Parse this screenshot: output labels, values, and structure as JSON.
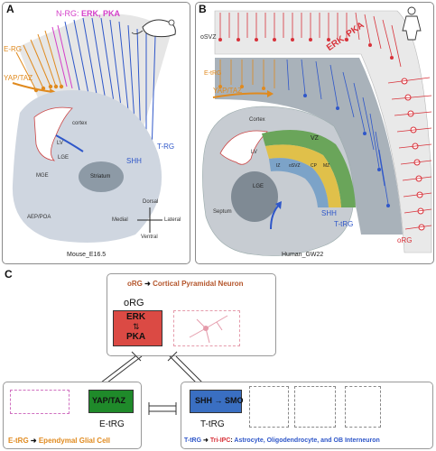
{
  "panels": {
    "a": {
      "label": "A",
      "nrg_prefix": "N-RG:",
      "nrg_signals": "ERK, PKA",
      "erg": "E-RG",
      "yap": "YAP/TAZ",
      "cortex": "cortex",
      "lv": "LV",
      "lge": "LGE",
      "mge": "MGE",
      "striatum": "Striatum",
      "aep": "AEP/POA",
      "shh": "SHH",
      "trg": "T-RG",
      "dorsal": "Dorsal",
      "ventral": "Ventral",
      "medial": "Medial",
      "lateral": "Lateral",
      "caption": "Mouse_E16.5"
    },
    "b": {
      "label": "B",
      "osvz": "oSVZ",
      "erk_pka": "ERK, PKA",
      "etrg": "E-tRG",
      "yap": "YAP/TAZ",
      "cortex": "Cortex",
      "vz": "VZ",
      "lv": "LV",
      "iz": "IZ",
      "osvz_zone": "oSVZ",
      "cp": "CP",
      "mz": "MZ",
      "lge": "LGE",
      "septum": "Septum",
      "shh": "SHH",
      "ttrg": "T-tRG",
      "org": "oRG",
      "caption": "Human_GW22"
    },
    "c": {
      "label": "C",
      "top_from": "oRG",
      "top_to": "Cortical Pyramidal Neuron",
      "org": "oRG",
      "erk": "ERK",
      "pka": "PKA",
      "yap": "YAP/TAZ",
      "etrg": "E-tRG",
      "shh": "SHH",
      "smo": "SMO",
      "ttrg": "T-tRG",
      "bl_from": "E-tRG",
      "bl_to": "Ependymal Glial Cell",
      "br_from": "T-tRG",
      "br_mid": "Tri-IPC",
      "br_rest": "Astrocyte, Oligodendrocyte, and OB Interneuron"
    }
  },
  "colors": {
    "magenta": "#d43fc9",
    "orange": "#e08a1e",
    "blue": "#2f57c9",
    "red": "#d8323a",
    "green": "#1f8a2a",
    "box_red": "#db4a44",
    "box_blue": "#3a6fc2",
    "brown": "#b4552b"
  }
}
